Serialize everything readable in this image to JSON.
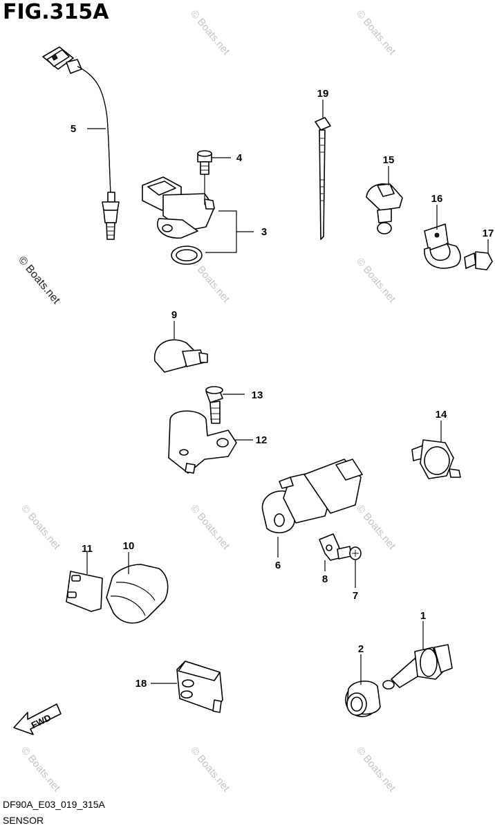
{
  "figure": {
    "title": "FIG.315A",
    "code": "DF90A_E03_019_315A",
    "name": "SENSOR"
  },
  "watermark": "© Boats.net",
  "fwd_label": "FWD",
  "callouts": {
    "c1": "1",
    "c2": "2",
    "c3": "3",
    "c4": "4",
    "c5": "5",
    "c6": "6",
    "c7": "7",
    "c8": "8",
    "c9": "9",
    "c10": "10",
    "c11": "11",
    "c12": "12",
    "c13": "13",
    "c14": "14",
    "c15": "15",
    "c16": "16",
    "c17": "17",
    "c18": "18",
    "c19": "19"
  }
}
